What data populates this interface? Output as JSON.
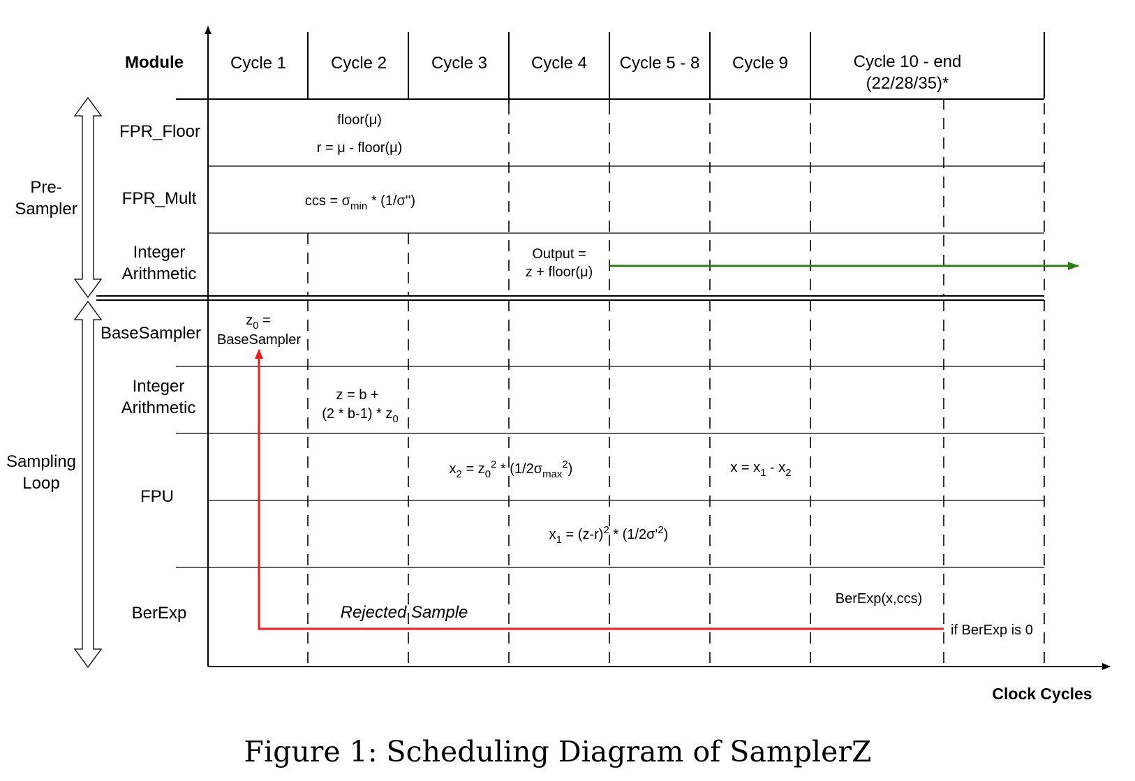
{
  "header": {
    "module_label": "Module",
    "cycles": [
      "Cycle 1",
      "Cycle 2",
      "Cycle 3",
      "Cycle 4",
      "Cycle 5 - 8",
      "Cycle 9"
    ],
    "last_cycle_line1": "Cycle 10 - end",
    "last_cycle_line2": "(22/28/35)*"
  },
  "groups": {
    "pre_sampler_line1": "Pre-",
    "pre_sampler_line2": "Sampler",
    "sampling_loop_line1": "Sampling",
    "sampling_loop_line2": "Loop"
  },
  "modules": {
    "fpr_floor": "FPR_Floor",
    "fpr_mult": "FPR_Mult",
    "int_arith_1_line1": "Integer",
    "int_arith_1_line2": "Arithmetic",
    "base_sampler": "BaseSampler",
    "int_arith_2_line1": "Integer",
    "int_arith_2_line2": "Arithmetic",
    "fpu": "FPU",
    "berexp": "BerExp"
  },
  "ops": {
    "floor_mu": "floor(μ)",
    "r_eq": "r = μ - floor(μ)",
    "ccs_pre": "ccs = σ",
    "ccs_sub": "min",
    "ccs_post": " * (1/σ'')",
    "output_line1": "Output =",
    "output_line2": "z + floor(μ)",
    "z0_main": "z",
    "z0_sub": "0",
    "z0_post": " =",
    "base_sampler_op": "BaseSampler",
    "z_line1": "z = b +",
    "z_line2_pre": "(2 * b-1) * z",
    "z_line2_sub": "0",
    "x2_a": "x",
    "x2_a_sub": "2",
    "x2_b": " = z",
    "x2_b_sub": "0",
    "x2_b_sup": "2",
    "x2_c": " * (1/2σ",
    "x2_c_sub": "max",
    "x2_c_sup": "2",
    "x2_d": ")",
    "x_a": "x = x",
    "x_a_sub": "1",
    "x_b": " - x",
    "x_b_sub": "2",
    "x1_a": "x",
    "x1_a_sub": "1",
    "x1_b": " = (z-r)",
    "x1_b_sup": "2",
    "x1_c": " * (1/2σ'",
    "x1_c_sup": "2",
    "x1_d": ")",
    "berexp_op": "BerExp(x,ccs)",
    "rejected_sample": "Rejected Sample",
    "if_berexp": "if BerExp is 0"
  },
  "axis": {
    "x_label": "Clock Cycles"
  },
  "caption": "Figure 1: Scheduling Diagram of SamplerZ",
  "colors": {
    "ink": "#000000",
    "reject_arrow": "#ee1c1c",
    "output_arrow": "#2e7d12"
  }
}
